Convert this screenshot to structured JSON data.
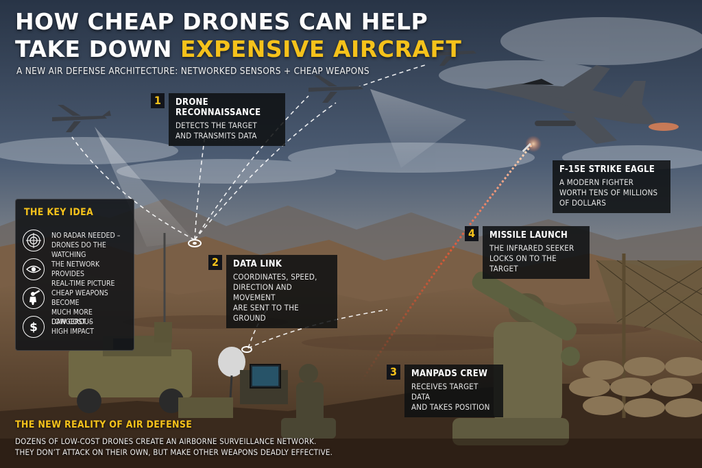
{
  "title": {
    "line1": "HOW CHEAP DRONES CAN HELP",
    "line2_prefix": "TAKE DOWN ",
    "line2_highlight": "EXPENSIVE AIRCRAFT"
  },
  "subtitle": "A NEW AIR DEFENSE ARCHITECTURE: NETWORKED SENSORS + CHEAP WEAPONS",
  "callouts": [
    {
      "number": "1",
      "heading": "DRONE RECONNAISSANCE",
      "body_lines": [
        "DETECTS THE TARGET",
        "AND TRANSMITS DATA"
      ]
    },
    {
      "number": "2",
      "heading": "DATA LINK",
      "body_lines": [
        "COORDINATES, SPEED,",
        "DIRECTION AND MOVEMENT",
        "ARE SENT TO THE GROUND"
      ]
    },
    {
      "number": "3",
      "heading": "MANPADS CREW",
      "body_lines": [
        "RECEIVES TARGET DATA",
        "AND TAKES POSITION"
      ]
    },
    {
      "number": "4",
      "heading": "MISSILE LAUNCH",
      "body_lines": [
        "THE INFRARED SEEKER",
        "LOCKS ON TO THE TARGET"
      ]
    }
  ],
  "aircraft": {
    "heading": "F-15E STRIKE EAGLE",
    "body_lines": [
      "A MODERN FIGHTER",
      "WORTH TENS OF MILLIONS",
      "OF DOLLARS"
    ]
  },
  "key_idea": {
    "heading": "THE KEY IDEA",
    "items": [
      {
        "icon": "radar-icon",
        "lines": [
          "NO RADAR NEEDED –",
          "DRONES DO THE WATCHING"
        ]
      },
      {
        "icon": "eye-icon",
        "lines": [
          "THE NETWORK PROVIDES",
          "REAL-TIME PICTURE"
        ]
      },
      {
        "icon": "soldier-icon",
        "lines": [
          "CHEAP WEAPONS BECOME",
          "MUCH MORE DANGEROUS"
        ]
      },
      {
        "icon": "dollar-icon",
        "lines": [
          "LOW COST –",
          "HIGH IMPACT"
        ]
      }
    ]
  },
  "bottom": {
    "heading": "THE NEW REALITY OF AIR DEFENSE",
    "lines": [
      "DOZENS OF LOW-COST DRONES CREATE AN AIRBORNE SURVEILLANCE NETWORK.",
      "THEY DON’T ATTACK ON THEIR OWN, BUT MAKE OTHER WEAPONS DEADLY EFFECTIVE."
    ]
  },
  "colors": {
    "accent": "#f5c21b",
    "panel": "#12141a",
    "sky_top": "#2d3b52",
    "sky_horizon": "#c9b79a",
    "ground": "#6b4f34",
    "trail": "#ff4a2a"
  }
}
